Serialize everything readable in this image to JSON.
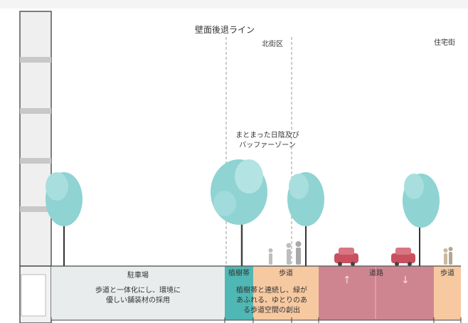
{
  "labels": {
    "setback_line": "壁面後退ライン",
    "north_district": "北街区",
    "residential": "住宅街",
    "shade_zone_line1": "まとまった日陰及び",
    "shade_zone_line2": "バッファーゾーン"
  },
  "zones": [
    {
      "label": "駐車場",
      "desc_line1": "歩道と一体化にし、環境に",
      "desc_line2": "優しい舗装材の採用",
      "desc_line3": ""
    },
    {
      "label": "植樹帯",
      "desc_line1": "",
      "desc_line2": "",
      "desc_line3": ""
    },
    {
      "label": "歩道",
      "desc_line1": "",
      "desc_line2": "",
      "desc_line3": ""
    },
    {
      "label": "道路",
      "desc_line1": "",
      "desc_line2": "",
      "desc_line3": ""
    },
    {
      "label": "歩道",
      "desc_line1": "",
      "desc_line2": "",
      "desc_line3": ""
    }
  ],
  "greenbelt_desc": {
    "line1": "植樹帯と連続し、緑が",
    "line2": "あふれる、ゆとりのあ",
    "line3": "る歩道空間の創出"
  },
  "arrows": {
    "up": "↑",
    "down": "↓"
  },
  "colors": {
    "parking": "#e8ecec",
    "greenbelt": "#4fb8b5",
    "sidewalk": "#f7c9a1",
    "road": "#cf8590",
    "tree": "#8fd3d3",
    "car": "#c9505f",
    "building": "#d8d8d8"
  }
}
